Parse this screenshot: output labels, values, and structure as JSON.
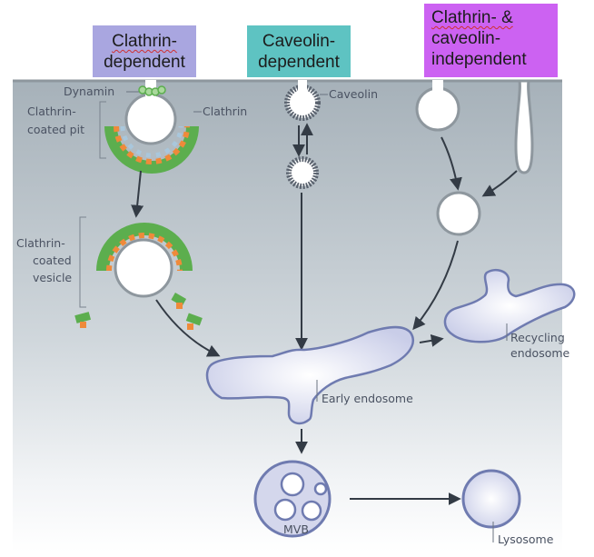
{
  "headers": {
    "clathrin_dependent": {
      "line1": "Clathrin-",
      "line2": "dependent",
      "color": "#a9a6e0"
    },
    "caveolin_dependent": {
      "line1": "Caveolin-",
      "line2": "dependent",
      "color": "#5ec3c2"
    },
    "independent": {
      "line1": "Clathrin- &",
      "line2": "caveolin-",
      "line3": "independent",
      "color": "#cc62f2"
    }
  },
  "labels": {
    "dynamin": "Dynamin",
    "clathrin": "Clathrin",
    "clathrin_coated_pit": {
      "line1": "Clathrin-",
      "line2": "coated pit"
    },
    "clathrin_coated_vesicle": {
      "line1": "Clathrin-",
      "line2": "coated",
      "line3": "vesicle"
    },
    "caveolin": "Caveolin",
    "early_endosome": "Early endosome",
    "recycling_endosome": {
      "line1": "Recycling",
      "line2": "endosome"
    },
    "mvb": "MVB",
    "lysosome": "Lysosome"
  },
  "colors": {
    "membrane_bg_top": "#a6b1b9",
    "membrane_bg_bottom": "#ffffff",
    "clathrin_green": "#5cae4e",
    "adaptor_orange": "#ef8a3a",
    "organelle_fill": "#d4d7ec",
    "organelle_stroke": "#6f7bb0",
    "arrow": "#333b45"
  }
}
